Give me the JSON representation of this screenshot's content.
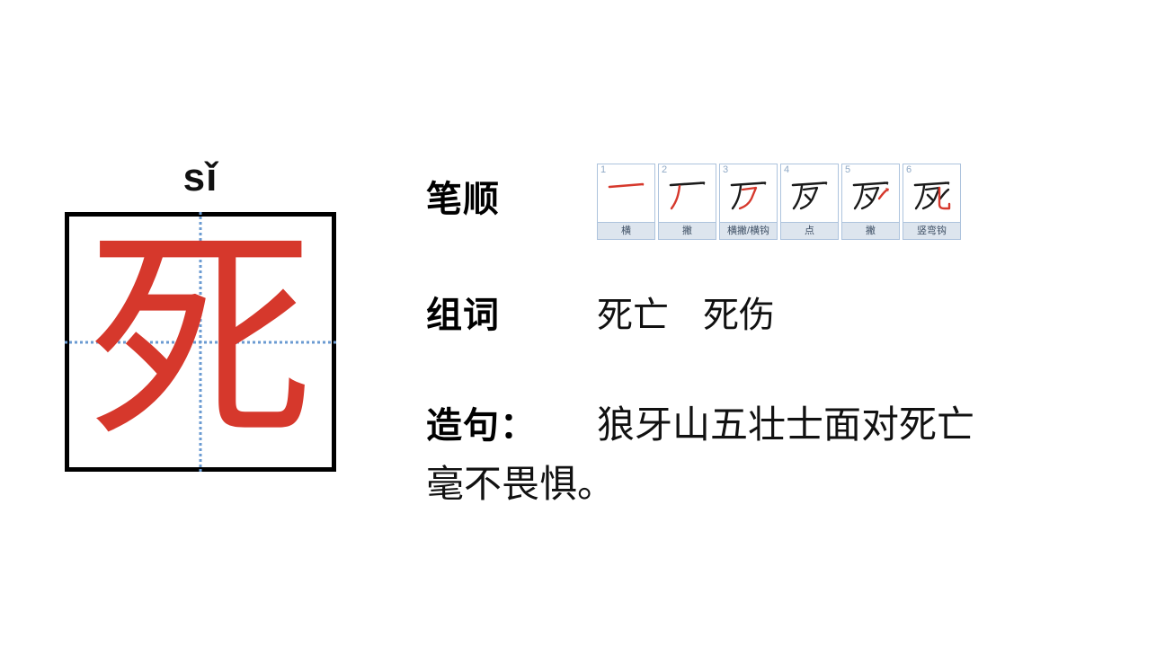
{
  "card": {
    "character": "死",
    "pinyin": "sǐ"
  },
  "rows": {
    "stroke_order": {
      "label": "笔顺",
      "strokes": [
        {
          "index": "1",
          "name": "横"
        },
        {
          "index": "2",
          "name": "撇"
        },
        {
          "index": "3",
          "name": "横撇/横钩"
        },
        {
          "index": "4",
          "name": "点"
        },
        {
          "index": "5",
          "name": "撇"
        },
        {
          "index": "6",
          "name": "竖弯钩"
        }
      ]
    },
    "words": {
      "label": "组词",
      "items": [
        "死亡",
        "死伤"
      ]
    },
    "sentence": {
      "label": "造句：",
      "line1": "狼牙山五壮士面对死亡",
      "line2": "毫不畏惧。"
    }
  },
  "colors": {
    "character_red": "#d6382c",
    "guide_blue": "#6b9bd2",
    "box_border": "#000000",
    "stroke_cell_border": "#adc3dd",
    "stroke_label_bg": "#dde5ee",
    "stroke_number": "#8fa9c6"
  }
}
